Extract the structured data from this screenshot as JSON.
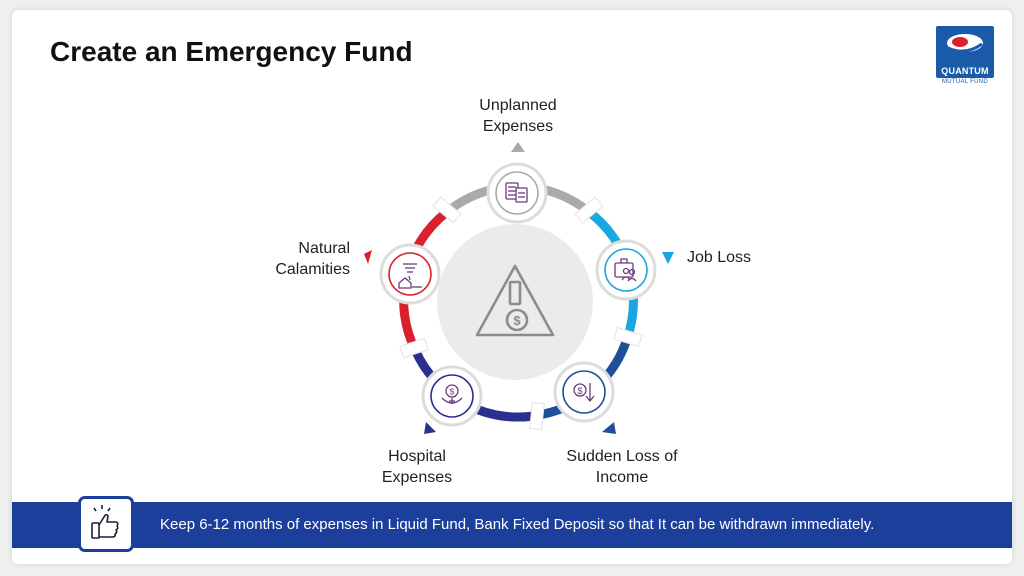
{
  "slide": {
    "title": "Create an Emergency Fund"
  },
  "logo": {
    "name": "QUANTUM",
    "subtitle": "MUTUAL FUND"
  },
  "cycle": {
    "items": [
      {
        "label_line1": "Unplanned",
        "label_line2": "Expenses",
        "icon": "calculator-document-icon",
        "color": "#aaaaaa"
      },
      {
        "label_line1": "Job Loss",
        "label_line2": "",
        "icon": "briefcase-people-icon",
        "color": "#1aa6e0"
      },
      {
        "label_line1": "Sudden Loss of",
        "label_line2": "Income",
        "icon": "coin-down-arrow-icon",
        "color": "#1e4f98"
      },
      {
        "label_line1": "Hospital",
        "label_line2": "Expenses",
        "icon": "medical-bag-icon",
        "color": "#2b2f8f"
      },
      {
        "label_line1": "Natural",
        "label_line2": "Calamities",
        "icon": "tornado-house-icon",
        "color": "#d9202c"
      }
    ],
    "center_icon": "warning-dollar-icon"
  },
  "banner": {
    "text": "Keep 6-12 months of expenses in Liquid Fund, Bank Fixed Deposit so that It can be withdrawn immediately.",
    "icon": "thumbs-up-icon"
  }
}
